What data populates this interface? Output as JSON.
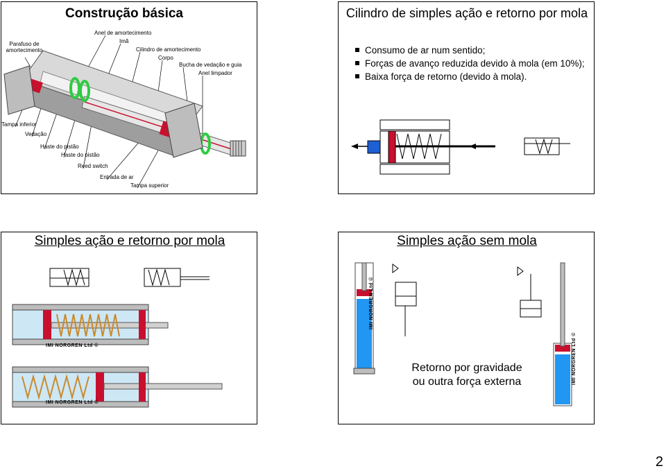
{
  "slide1": {
    "title": "Construção básica",
    "labels": {
      "parafuso": "Parafuso de amortecimento",
      "anel_amort": "Anel de amortecimento",
      "ima": "Imã",
      "cilindro_amort": "Cilindro de amortecimento",
      "corpo": "Corpo",
      "bucha": "Bucha de vedação e guia",
      "anel_limpador": "Anel limpador",
      "tampa_inferior": "Tampa inferior",
      "vedacao": "Vedação",
      "haste1": "Haste do pistão",
      "haste2": "Haste do pistão",
      "reed": "Reed switch",
      "entrada": "Entrada de ar",
      "tampa_superior": "Tampa superior"
    }
  },
  "slide2": {
    "title": "Cilindro de simples ação e retorno por mola",
    "bullets": [
      "Consumo de ar num sentido;",
      "Forças de avanço reduzida devido à mola (em 10%);",
      "Baixa força de retorno (devido à mola)."
    ]
  },
  "slide3": {
    "title": "Simples ação e retorno por mola",
    "brand": "IMI NORGREN Ltd ©"
  },
  "slide4": {
    "title": "Simples ação sem mola",
    "caption": "Retorno por gravidade ou outra força externa",
    "brand": "IMI NORGREN Ltd ©"
  },
  "page_number": "2",
  "colors": {
    "red": "#c8102e",
    "blue": "#2196f3",
    "green": "#2ecc40",
    "grey": "#bdbdbd"
  }
}
